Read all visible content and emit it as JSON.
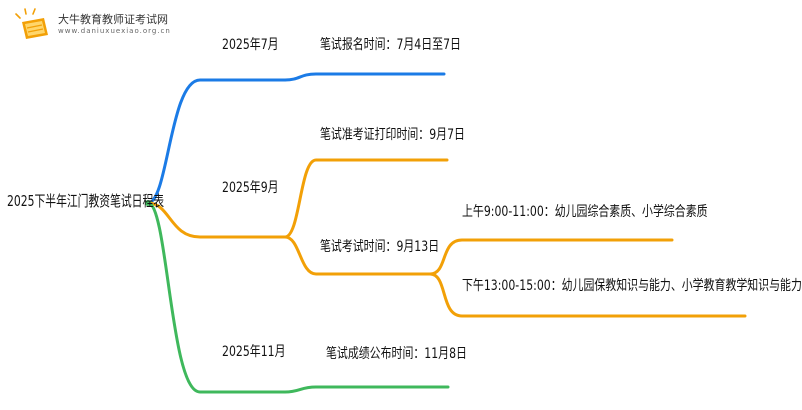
{
  "logo": {
    "name": "大牛教育教师证考试网",
    "url": "www.daniuxuexiao.org.cn"
  },
  "colors": {
    "blue": "#1b7be6",
    "orange": "#f2a007",
    "green": "#3fb85c"
  },
  "mindmap": {
    "root": "2025下半年江门教资笔试日程表",
    "branches": [
      {
        "label": "2025年7月",
        "color": "blue",
        "children": [
          {
            "label": "笔试报名时间：7月4日至7日"
          }
        ]
      },
      {
        "label": "2025年9月",
        "color": "orange",
        "children": [
          {
            "label": "笔试准考证打印时间：9月7日"
          },
          {
            "label": "笔试考试时间：9月13日",
            "children": [
              {
                "label": "上午9:00-11:00：幼儿园综合素质、小学综合素质"
              },
              {
                "label": "下午13:00-15:00：幼儿园保教知识与能力、小学教育教学知识与能力"
              }
            ]
          }
        ]
      },
      {
        "label": "2025年11月",
        "color": "green",
        "children": [
          {
            "label": "笔试成绩公布时间：11月8日"
          }
        ]
      }
    ]
  }
}
